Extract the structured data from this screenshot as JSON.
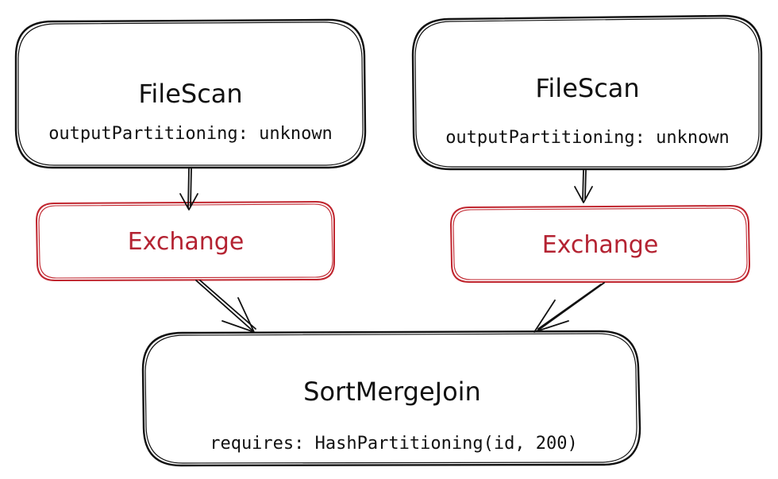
{
  "colors": {
    "stroke": "#111111",
    "exchange_accent": "#c0262f",
    "background": "#ffffff"
  },
  "nodes": {
    "filescan_left": {
      "title": "FileScan",
      "detail": "outputPartitioning: unknown"
    },
    "filescan_right": {
      "title": "FileScan",
      "detail": "outputPartitioning: unknown"
    },
    "exchange_left": {
      "title": "Exchange"
    },
    "exchange_right": {
      "title": "Exchange"
    },
    "sort_merge_join": {
      "title": "SortMergeJoin",
      "detail": "requires: HashPartitioning(id, 200)"
    }
  }
}
